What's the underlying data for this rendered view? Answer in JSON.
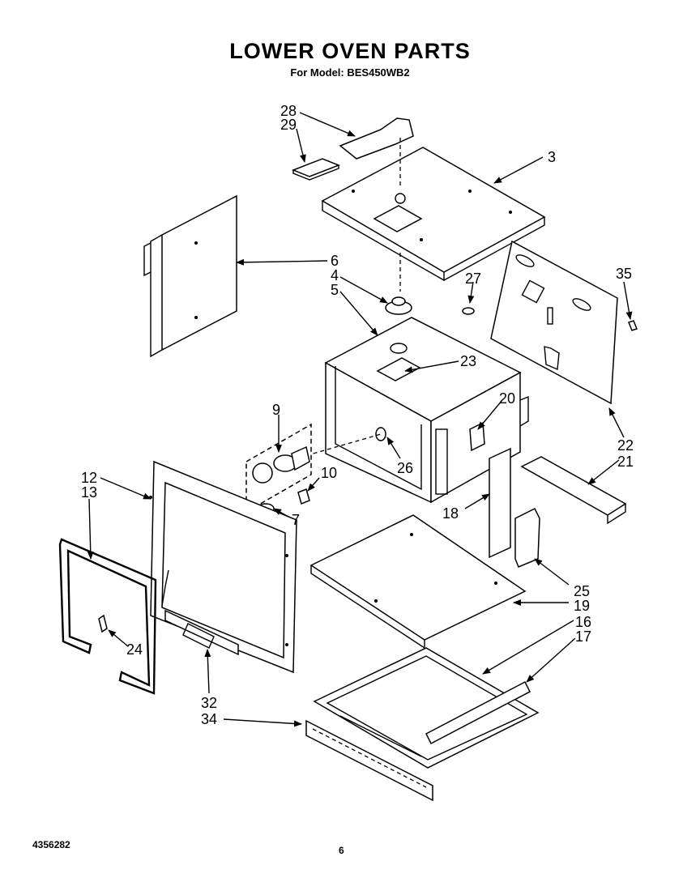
{
  "title": "LOWER OVEN PARTS",
  "subtitle": "For Model: BES450WB2",
  "document_number": "4356282",
  "page_number": "6",
  "callouts": [
    "28",
    "29",
    "3",
    "6",
    "4",
    "5",
    "27",
    "35",
    "23",
    "22",
    "21",
    "20",
    "9",
    "26",
    "10",
    "12",
    "13",
    "7",
    "18",
    "25",
    "19",
    "16",
    "17",
    "24",
    "32",
    "34"
  ]
}
